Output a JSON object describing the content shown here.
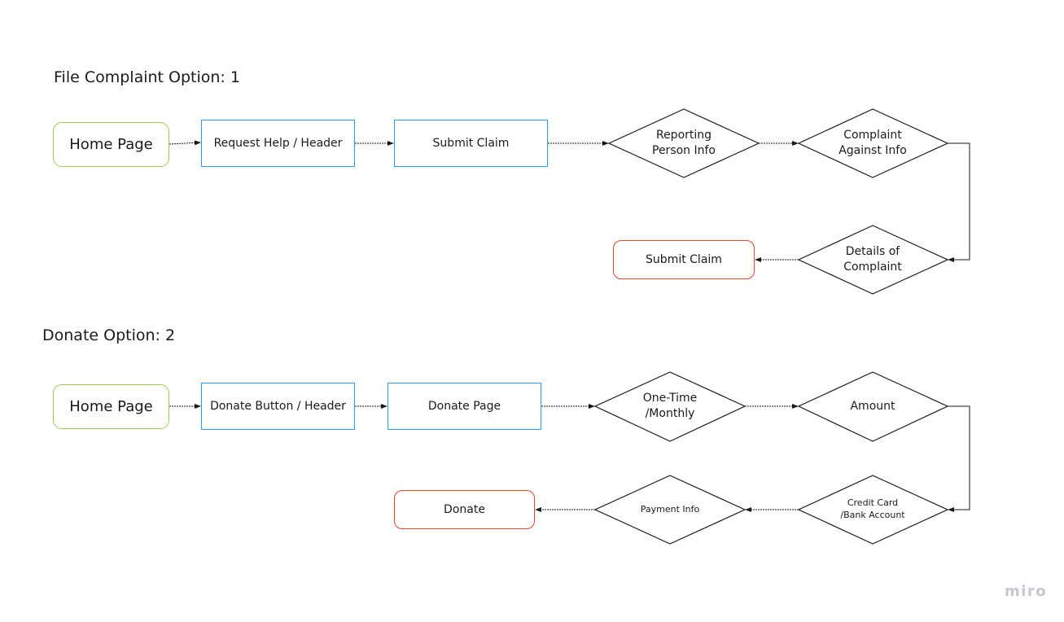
{
  "flow1": {
    "title": "File Complaint Option: 1",
    "home": "Home Page",
    "request_help": "Request Help / Header",
    "submit_claim_step": "Submit Claim",
    "reporting_person": "Reporting\nPerson Info",
    "complaint_against": "Complaint\nAgainst Info",
    "details": "Details of\nComplaint",
    "submit_claim_end": "Submit Claim"
  },
  "flow2": {
    "title": "Donate Option: 2",
    "home": "Home Page",
    "donate_button": "Donate Button / Header",
    "donate_page": "Donate Page",
    "frequency": "One-Time\n/Monthly",
    "amount": "Amount",
    "payment_method": "Credit Card\n/Bank Account",
    "payment_info": "Payment Info",
    "donate_end": "Donate"
  },
  "colors": {
    "start_border": "#8fd14f",
    "process_border": "#2d9bf0",
    "terminal_border": "#e6462a",
    "connector": "#1a1a1a"
  },
  "logo": "miro"
}
